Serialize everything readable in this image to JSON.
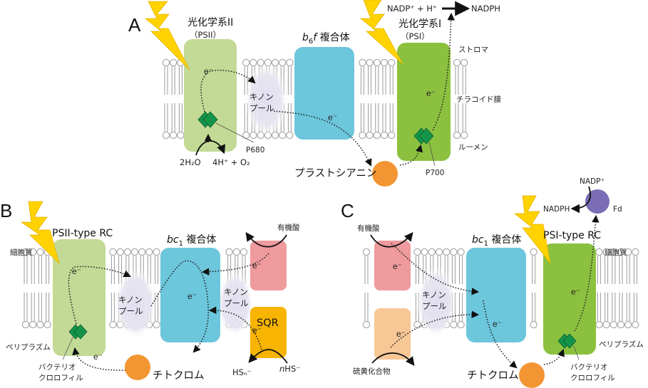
{
  "colors": {
    "psii": "#c2da95",
    "psi": "#8cc13f",
    "cyt_complex": "#6cc6dc",
    "quinone_pool": "#e7e4f0",
    "plastocyanin": "#f29532",
    "bolt": "#ffd200",
    "chlorophyll": "#14944a",
    "organic_acid_enzyme": "#ef9a9d",
    "sqr": "#f7b400",
    "sulfur_enzyme": "#f7c796",
    "ferredoxin": "#7b6db5"
  },
  "panel_a": {
    "letter": "A",
    "psii_title": "光化学系II",
    "psii_subtitle": "（PSII）",
    "b6f_title_b": "b",
    "b6f_title_sub": "6",
    "b6f_title_f": "f",
    "b6f_title_rest": " 複合体",
    "psi_title": "光化学系I",
    "psi_subtitle": "（PSI）",
    "nadp_reaction": "NADP⁺ + H⁺",
    "nadph": "NADPH",
    "stroma": "ストロマ",
    "thylakoid_membrane": "チラコイド膜",
    "lumen": "ルーメン",
    "quinone_pool_line1": "キノン",
    "quinone_pool_line2": "プール",
    "electron": "e⁻",
    "p680": "P680",
    "p700": "P700",
    "water": "2H₂O",
    "products": "4H⁺ + O₂",
    "plastocyanin": "プラストシアニン"
  },
  "panel_b": {
    "letter": "B",
    "rc_title": "PSII-type RC",
    "bc1_title_b": "bc",
    "bc1_title_sub": "1",
    "bc1_title_rest": " 複合体",
    "cytoplasm": "細胞質",
    "periplasm": "ペリプラズム",
    "organic_acid": "有機酸",
    "quinone_pool_line1": "キノン",
    "quinone_pool_line2": "プール",
    "sqr": "SQR",
    "electron": "e⁻",
    "bchl_line1": "バクテリオ",
    "bchl_line2": "クロロフィル",
    "cytochrome": "チトクロム",
    "polysulfide": "HSₙ⁻",
    "sulfide_n": "n",
    "sulfide": "HS⁻"
  },
  "panel_c": {
    "letter": "C",
    "organic_acid": "有機酸",
    "bc1_title_b": "bc",
    "bc1_title_sub": "1",
    "bc1_title_rest": " 複合体",
    "rc_title": "PSI-type RC",
    "cytoplasm": "細胞質",
    "periplasm": "ペリプラズム",
    "nadp": "NADP⁺",
    "nadph": "NADPH",
    "ferredoxin": "Fd",
    "quinone_pool_line1": "キノン",
    "quinone_pool_line2": "プール",
    "electron": "e⁻",
    "sulfur_compound": "硫黄化合物",
    "cytochrome": "チトクロム",
    "bchl_line1": "バクテリオ",
    "bchl_line2": "クロロフィル"
  }
}
